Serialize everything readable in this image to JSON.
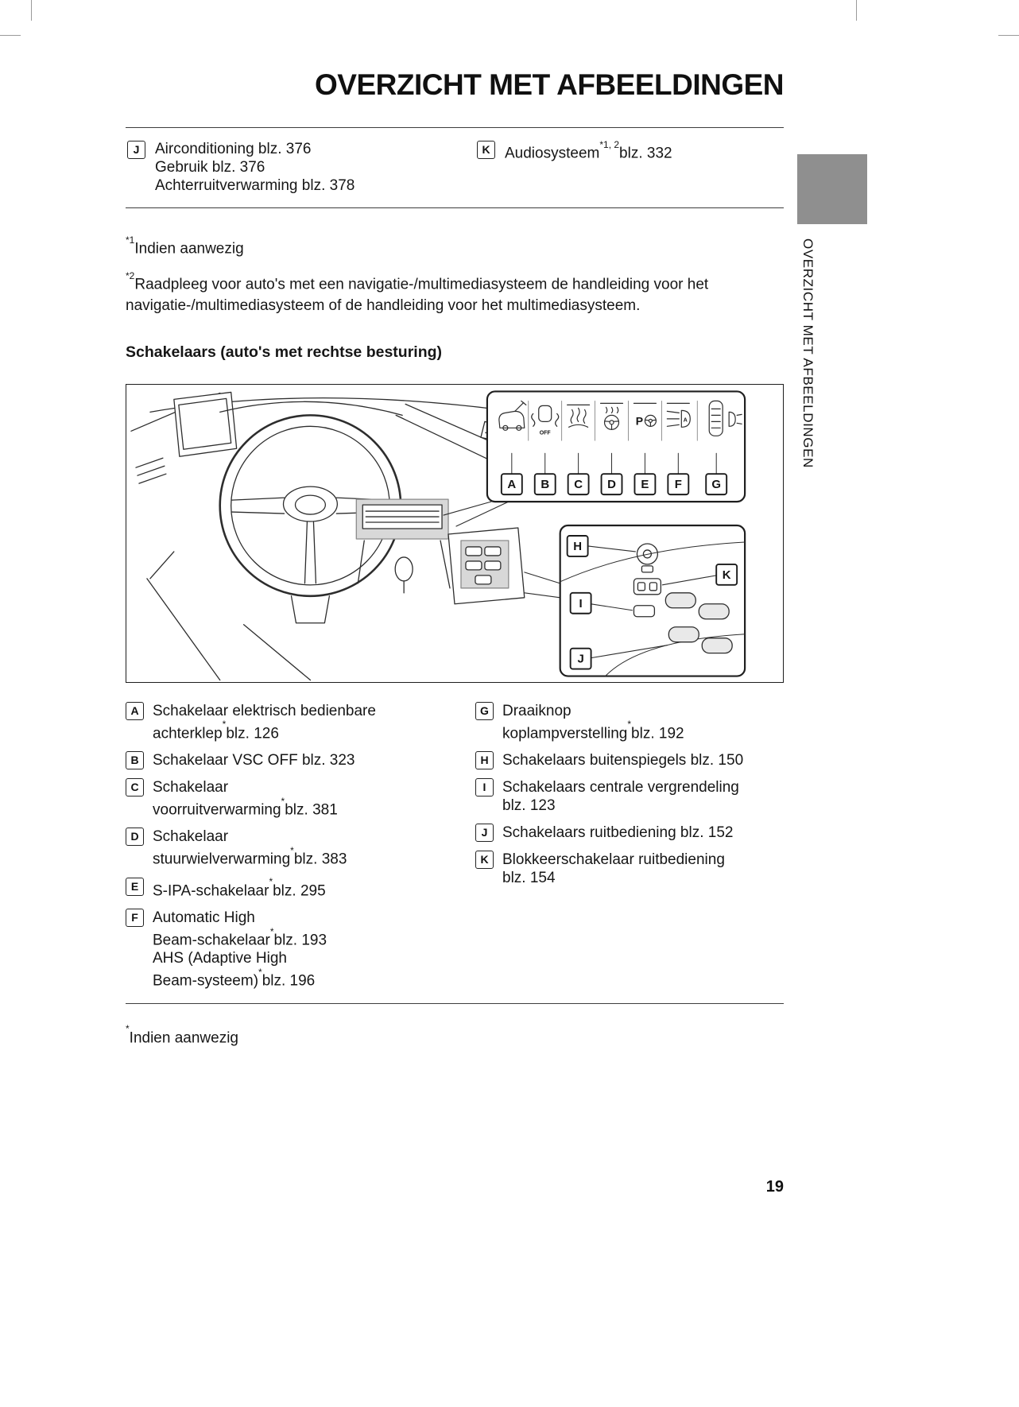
{
  "page": {
    "title": "OVERZICHT MET AFBEELDINGEN",
    "number": "19",
    "sidebar_text": "OVERZICHT MET AFBEELDINGEN"
  },
  "colors": {
    "sidebar_square_gray": "#8f8f8f",
    "text": "#161616",
    "diagram_shade_gray": "#d8d8d8"
  },
  "top_refs": {
    "j": {
      "label": "J",
      "line1": "Airconditioning blz. 376",
      "line2": "Gebruik blz. 376",
      "line3": "Achterruitverwarming blz. 378"
    },
    "k": {
      "label": "K",
      "pre": "Audiosysteem",
      "sup": "*1, 2",
      "post": "blz. 332"
    }
  },
  "footnotes": {
    "f1_sup": "*1",
    "f1_text": "Indien aanwezig",
    "f2_sup": "*2",
    "f2_text": "Raadpleeg voor auto's met een navigatie-/multimediasysteem de handleiding voor het navigatie-/multimediasysteem of de handleiding voor het multimediasysteem."
  },
  "section": {
    "heading": "Schakelaars (auto's met rechtse besturing)"
  },
  "diagram": {
    "letters": [
      "A",
      "B",
      "C",
      "D",
      "E",
      "F",
      "G",
      "H",
      "I",
      "J",
      "K"
    ],
    "icon_labels": {
      "vsc_off": "OFF",
      "sipa_p": "P",
      "ahb_a": "A"
    },
    "icon_names": [
      "power-liftgate-switch-icon",
      "vsc-off-switch-icon",
      "windshield-defrost-switch-icon",
      "steering-wheel-heater-switch-icon",
      "s-ipa-switch-icon",
      "automatic-high-beam-switch-icon",
      "headlight-leveling-dial-icon",
      "mirror-adjust-knob-icon",
      "mirror-select-switch-icon",
      "central-lock-switch-icon",
      "window-switches-icon"
    ]
  },
  "legend": {
    "a": {
      "label": "A",
      "l1": "Schakelaar elektrisch bedienbare",
      "l2_pre": "achterklep",
      "l2_sup": "*",
      "l2_post": "blz. 126"
    },
    "b": {
      "label": "B",
      "l1": "Schakelaar VSC OFF blz. 323"
    },
    "c": {
      "label": "C",
      "l1": "Schakelaar",
      "l2_pre": "voorruitverwarming",
      "l2_sup": "*",
      "l2_post": "blz. 381"
    },
    "d": {
      "label": "D",
      "l1": "Schakelaar",
      "l2_pre": "stuurwielverwarming",
      "l2_sup": "*",
      "l2_post": "blz. 383"
    },
    "e": {
      "label": "E",
      "l1_pre": "S-IPA-schakelaar",
      "l1_sup": "*",
      "l1_post": "blz. 295"
    },
    "f": {
      "label": "F",
      "l1": "Automatic High",
      "l2_pre": "Beam-schakelaar",
      "l2_sup": "*",
      "l2_post": "blz. 193",
      "l3": "AHS (Adaptive High",
      "l4_pre": "Beam-systeem)",
      "l4_sup": "*",
      "l4_post": "blz. 196"
    },
    "g": {
      "label": "G",
      "l1": "Draaiknop",
      "l2_pre": "koplampverstelling",
      "l2_sup": "*",
      "l2_post": "blz. 192"
    },
    "h": {
      "label": "H",
      "l1": "Schakelaars buitenspiegels blz. 150"
    },
    "i": {
      "label": "I",
      "l1": "Schakelaars centrale vergrendeling",
      "l2": "blz. 123"
    },
    "j": {
      "label": "J",
      "l1": "Schakelaars ruitbediening blz. 152"
    },
    "k": {
      "label": "K",
      "l1": "Blokkeerschakelaar ruitbediening",
      "l2": "blz. 154"
    }
  },
  "bottom_footnote": {
    "sup": "*",
    "text": "Indien aanwezig"
  }
}
